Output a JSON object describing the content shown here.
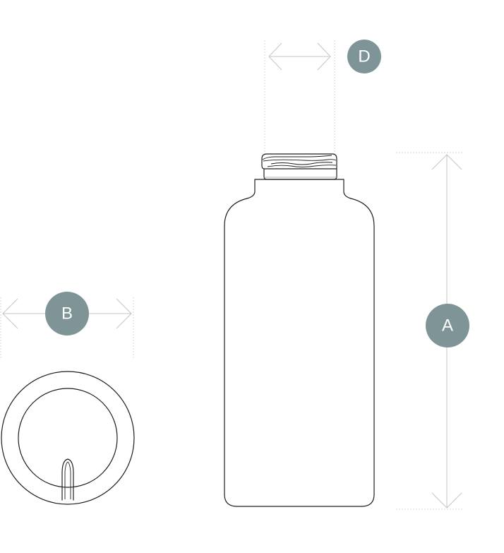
{
  "colors": {
    "badge_fill": "#7f9497",
    "badge_text": "#ffffff",
    "dimension_line": "#c2c6c7",
    "outline": "#1e1e1e"
  },
  "dimensions": {
    "height": {
      "label": "A"
    },
    "width": {
      "label": "B"
    },
    "neck": {
      "label": "D"
    }
  },
  "views": [
    "bottle-front-view",
    "bottle-top-view"
  ]
}
